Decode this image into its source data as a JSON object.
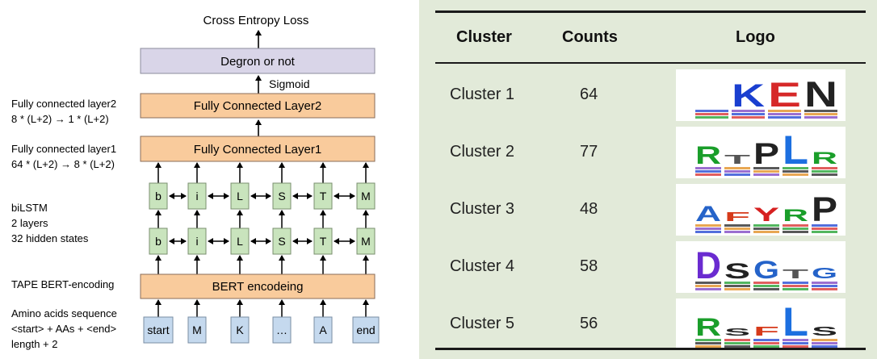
{
  "diagram": {
    "loss_label": "Cross Entropy Loss",
    "degron_box": "Degron or not",
    "sigmoid_label": "Sigmoid",
    "fc2_box": "Fully Connected Layer2",
    "fc1_box": "Fully Connected Layer1",
    "bert_box": "BERT encodeing",
    "lstm_cells": [
      "b",
      "i",
      "L",
      "S",
      "T",
      "M"
    ],
    "tokens": [
      "start",
      "M",
      "K",
      "…",
      "A",
      "end"
    ],
    "side_labels": {
      "fc2": [
        "Fully connected layer2",
        "8 * (L+2) → 1 * (L+2)"
      ],
      "fc1": [
        "Fully connected layer1",
        "64 * (L+2) → 8 * (L+2)"
      ],
      "bilstm": [
        "biLSTM",
        "2 layers",
        "32 hidden states"
      ],
      "bert": [
        "TAPE BERT-encoding"
      ],
      "input": [
        "Amino acids sequence",
        "<start> + AAs + <end>",
        "length + 2"
      ]
    },
    "colors": {
      "box_fill": "#f9cb9c",
      "box_stroke": "#8a6d5a",
      "degron_fill": "#d9d5e8",
      "cell_fill": "#c9e4bd",
      "token_fill": "#c5d9ee"
    }
  },
  "table": {
    "headers": [
      "Cluster",
      "Counts",
      "Logo"
    ],
    "rows": [
      {
        "cluster": "Cluster 1",
        "count": "64",
        "logo": [
          "",
          "K",
          "E",
          "N"
        ]
      },
      {
        "cluster": "Cluster 2",
        "count": "77",
        "logo": [
          "R",
          "T",
          "P",
          "L",
          "R"
        ]
      },
      {
        "cluster": "Cluster 3",
        "count": "48",
        "logo": [
          "A",
          "F",
          "Y",
          "R",
          "P"
        ]
      },
      {
        "cluster": "Cluster 4",
        "count": "58",
        "logo": [
          "D",
          "S",
          "G",
          "T",
          "G"
        ]
      },
      {
        "cluster": "Cluster 5",
        "count": "56",
        "logo": [
          "R",
          "S",
          "F",
          "L",
          "S"
        ]
      }
    ],
    "colors": {
      "background": "#e2ead9"
    }
  }
}
